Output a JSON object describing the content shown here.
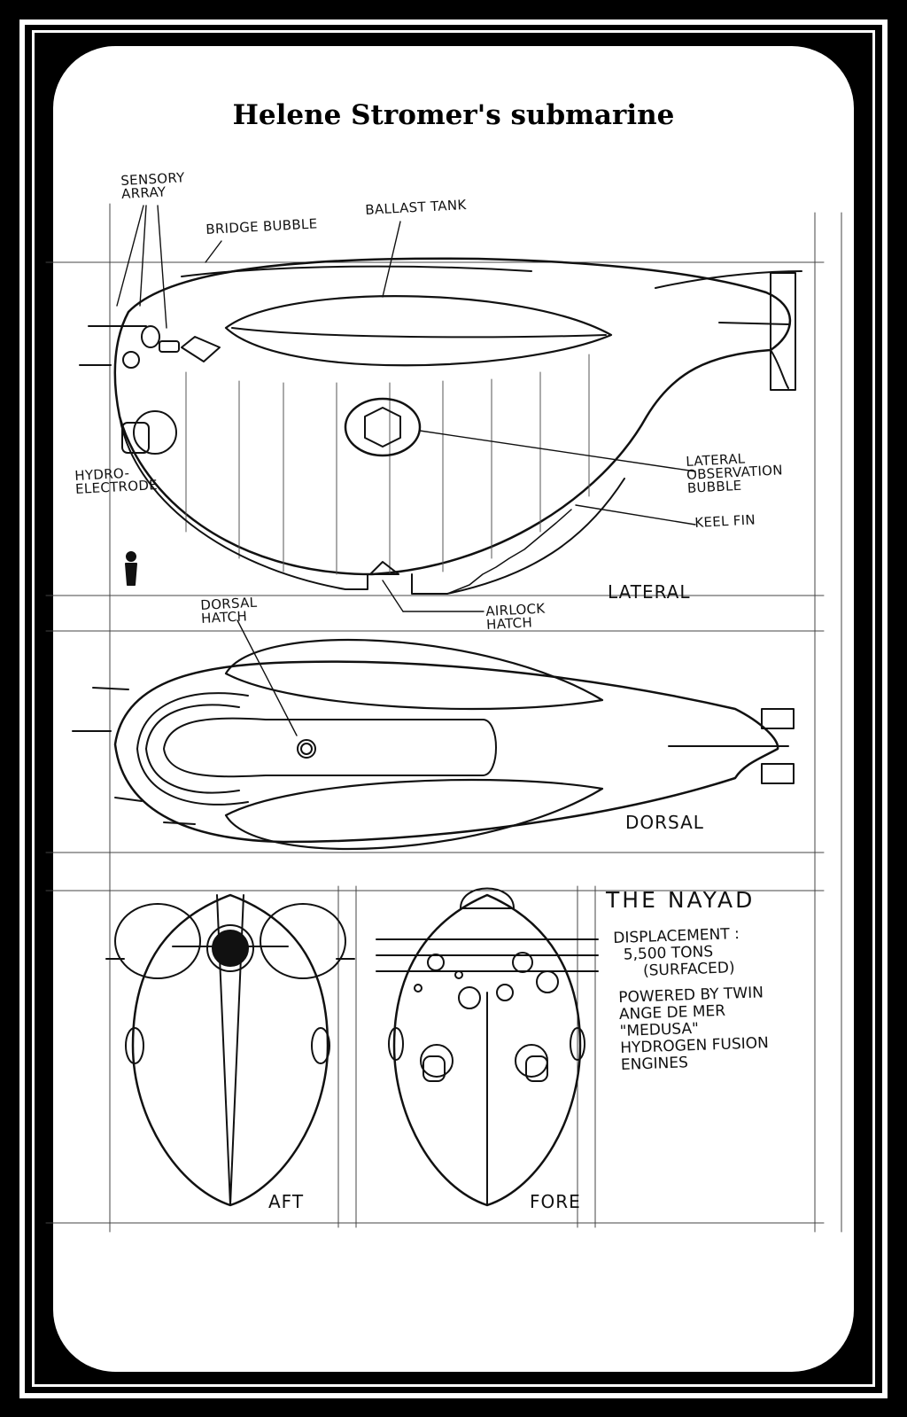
{
  "title": "Helene Stromer's submarine",
  "labels": {
    "sensory_array": "SENSORY\nARRAY",
    "bridge_bubble": "BRIDGE BUBBLE",
    "ballast_tank": "BALLAST TANK",
    "hydro_electrode": "HYDRO-\nELECTRODE",
    "lateral_observation_bubble": "LATERAL\nOBSERVATION\nBUBBLE",
    "keel_fin": "KEEL FIN",
    "lateral": "LATERAL",
    "airlock_hatch": "AIRLOCK\nHATCH",
    "dorsal_hatch": "DORSAL\nHATCH",
    "dorsal": "DORSAL",
    "aft": "AFT",
    "fore": "FORE"
  },
  "specs": {
    "name": "THE NAYAD",
    "displacement": "DISPLACEMENT :\n  5,500 TONS\n      (SURFACED)",
    "powered": "POWERED BY TWIN\nANGE DE MER\n\"MEDUSA\"\nHYDROGEN FUSION\nENGINES"
  }
}
